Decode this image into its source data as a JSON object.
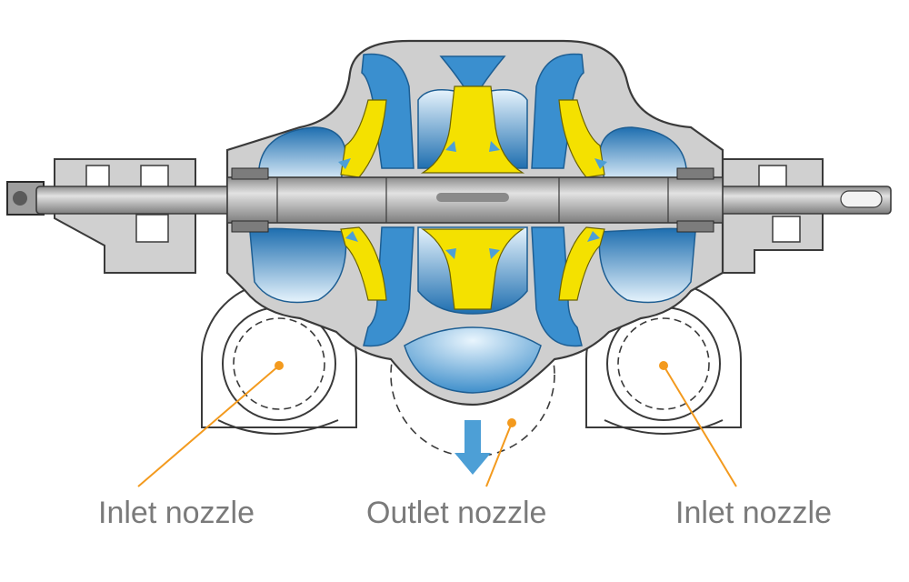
{
  "labels": {
    "inlet_left": "Inlet nozzle",
    "outlet": "Outlet nozzle",
    "inlet_right": "Inlet nozzle"
  },
  "colors": {
    "casing": "#c9c9c9",
    "casing_dark": "#9a9a9a",
    "water": "#2f86c6",
    "water_light": "#dceefa",
    "impeller": "#f4e100",
    "shaft": "#b5b5b5",
    "leader": "#f39a1e",
    "arrow": "#4d9fd6",
    "outline": "#3a3a3a"
  }
}
